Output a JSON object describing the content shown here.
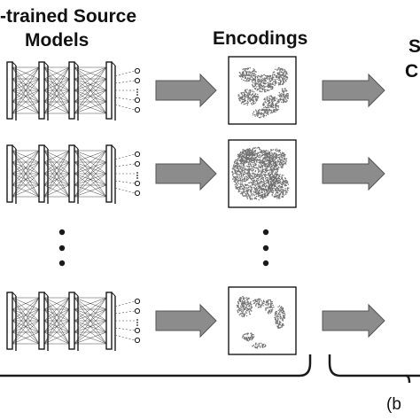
{
  "headers": {
    "source_models_line1": "-trained Source",
    "source_models_line2": "Models",
    "encodings": "Encodings",
    "cut_col3_line1": "S",
    "cut_col3_line2": "C",
    "cut_bottom_label": "(b"
  },
  "rows": [
    {
      "name": "row-1",
      "encoding_style": "scattered-clusters"
    },
    {
      "name": "row-2",
      "encoding_style": "dense-blob"
    },
    {
      "name": "row-3",
      "encoding_style": "sparse-clusters"
    }
  ],
  "colors": {
    "ink": "#1a1a1a",
    "arrow_fill": "#8c8c8c",
    "arrow_stroke": "#555555",
    "cluster": "#707070"
  }
}
